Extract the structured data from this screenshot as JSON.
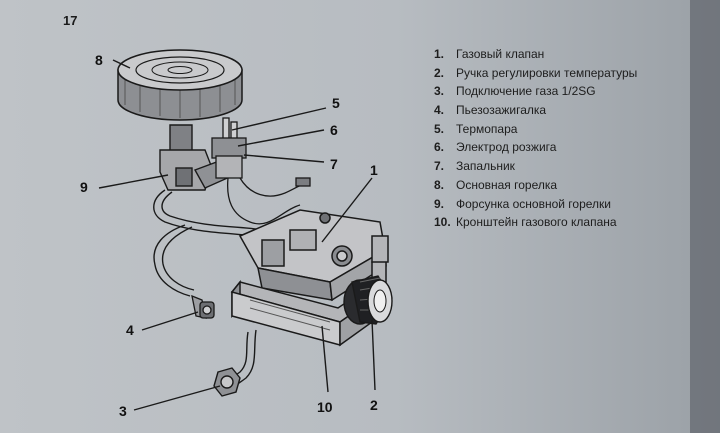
{
  "figure_number": "17",
  "callouts": {
    "c1": "1",
    "c2": "2",
    "c3": "3",
    "c4": "4",
    "c5": "5",
    "c6": "6",
    "c7": "7",
    "c8": "8",
    "c9": "9",
    "c10": "10"
  },
  "legend": [
    {
      "num": "1.",
      "text": "Газовый клапан"
    },
    {
      "num": "2.",
      "text": "Ручка регулировки температуры"
    },
    {
      "num": "3.",
      "text": "Подключение газа 1/2SG"
    },
    {
      "num": "4.",
      "text": "Пьезозажигалка"
    },
    {
      "num": "5.",
      "text": "Термопара"
    },
    {
      "num": "6.",
      "text": "Электрод розжига"
    },
    {
      "num": "7.",
      "text": "Запальник"
    },
    {
      "num": "8.",
      "text": "Основная горелка"
    },
    {
      "num": "9.",
      "text": "Форсунка основной горелки"
    },
    {
      "num": "10.",
      "text": "Кронштейн газового клапана"
    }
  ],
  "colors": {
    "paper": "#bcc0c4",
    "ink": "#1a1a1a",
    "shading": "#7d7f83"
  }
}
